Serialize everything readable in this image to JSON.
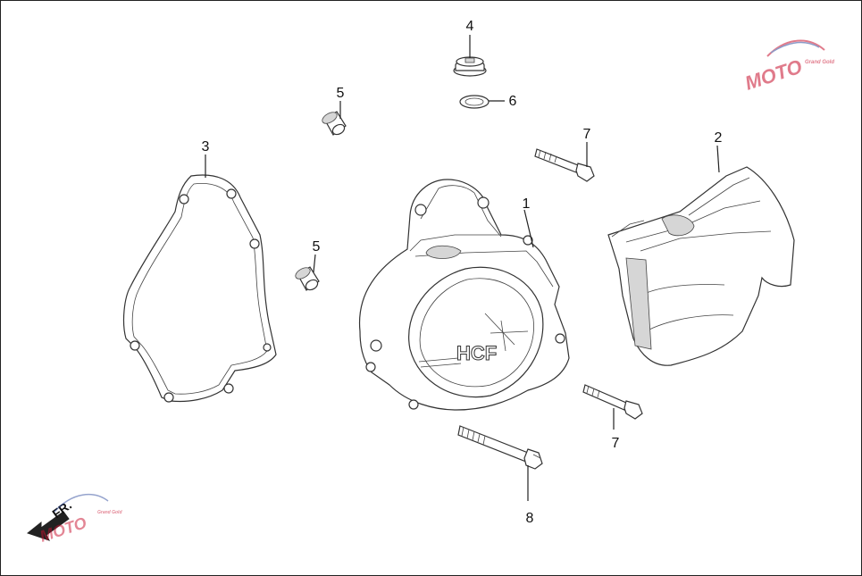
{
  "callouts": [
    {
      "id": "c1",
      "label": "1"
    },
    {
      "id": "c2",
      "label": "2"
    },
    {
      "id": "c3",
      "label": "3"
    },
    {
      "id": "c4",
      "label": "4"
    },
    {
      "id": "c5a",
      "label": "5"
    },
    {
      "id": "c5b",
      "label": "5"
    },
    {
      "id": "c6",
      "label": "6"
    },
    {
      "id": "c7a",
      "label": "7"
    },
    {
      "id": "c7b",
      "label": "7"
    },
    {
      "id": "c8",
      "label": "8"
    }
  ],
  "direction_indicator": {
    "label": "FR."
  },
  "cover_lettering": "HCF",
  "watermark": {
    "text": "MOTO",
    "small_text": "Grand Gold"
  },
  "colors": {
    "line": "#333333",
    "watermark_red": "#c8102e",
    "watermark_blue": "#2e4a9c",
    "arrow": "#222222"
  }
}
